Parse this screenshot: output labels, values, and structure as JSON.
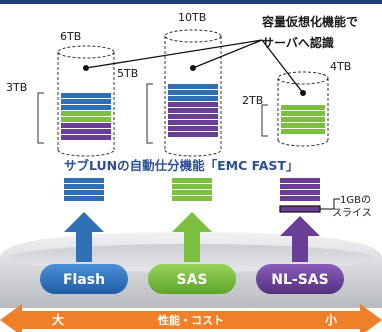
{
  "virtual_luns": [
    {
      "capacity": "6TB",
      "allocated": "3TB"
    },
    {
      "capacity": "10TB",
      "allocated": "5TB"
    },
    {
      "capacity": "4TB",
      "allocated": "2TB"
    }
  ],
  "callout": {
    "line1": "容量仮想化機能で",
    "line2": "サーバへ認識"
  },
  "auto_tiering": "サブLUNの自動仕分機能「EMC FAST」",
  "slice_label": {
    "line1": "1GBの",
    "line2": "スライス"
  },
  "tiers": [
    "Flash",
    "SAS",
    "NL-SAS"
  ],
  "performance_cost": {
    "left": "大",
    "center": "性能・コスト",
    "right": "小"
  },
  "colors": {
    "flash": "#2f6fb6",
    "sas": "#7cbf3f",
    "nlsas": "#6a3e96",
    "arrow": "#f07f2a",
    "fast_text": "#2c4f92"
  }
}
